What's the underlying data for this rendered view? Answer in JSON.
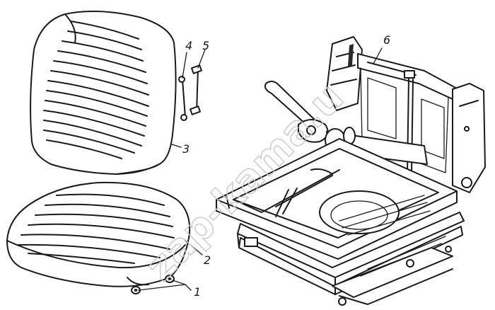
{
  "callouts": [
    {
      "id": "1",
      "text": "1"
    },
    {
      "id": "2",
      "text": "2"
    },
    {
      "id": "3",
      "text": "3"
    },
    {
      "id": "4",
      "text": "4"
    },
    {
      "id": "5",
      "text": "5"
    },
    {
      "id": "6",
      "text": "6"
    }
  ],
  "watermark": "zap-kama.u",
  "colors": {
    "line": "#1a1a1a",
    "background": "#ffffff",
    "watermark": "#c9c9c9"
  }
}
